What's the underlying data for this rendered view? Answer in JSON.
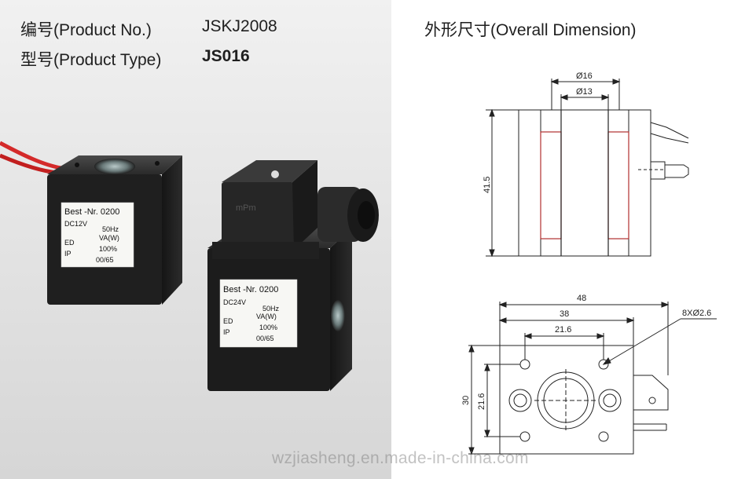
{
  "product_info": {
    "product_no_label": "编号(Product No.)",
    "product_no_value": "JSKJ2008",
    "product_type_label": "型号(Product Type)",
    "product_type_value": "JS016"
  },
  "dimension_title": "外形尺寸(Overall Dimension)",
  "coil_left_label": {
    "title": "Best -Nr. 0200",
    "voltage": "DC12V",
    "frequency": "50Hz",
    "power_label": "VA(W)",
    "ed_label": "ED",
    "ed_value": "100%",
    "ip_label": "IP",
    "ip_value": "00/65"
  },
  "coil_right_label": {
    "title": "Best -Nr. 0200",
    "voltage": "DC24V",
    "frequency": "50Hz",
    "power_label": "VA(W)",
    "ed_label": "ED",
    "ed_value": "100%",
    "ip_label": "IP",
    "ip_value": "00/65"
  },
  "connector_brand": "mPm",
  "drawing": {
    "outer_diameter": "Ø16",
    "inner_diameter": "Ø13",
    "height": "41.5",
    "width_total": "48",
    "width_body": "38",
    "hole_spacing_h": "21.6",
    "hole_spacing_v": "21.6",
    "body_height": "30",
    "holes_note": "8XØ2.6"
  },
  "watermark": "wzjiasheng.en.made-in-china.com",
  "colors": {
    "coil_body": "#1e1e1e",
    "wire": "#d42a2a",
    "label_bg": "#f7f7f4",
    "drawing_line": "#222222"
  }
}
